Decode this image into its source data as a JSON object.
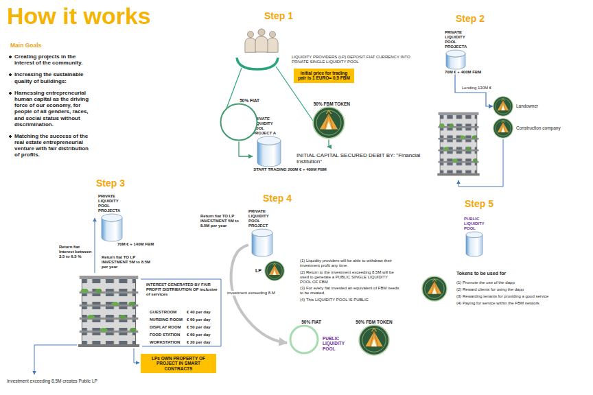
{
  "diagram": {
    "title": "How it works",
    "nodes": [
      {
        "text": [
          "PRIVATE LIQUIDITY POOL PROJECT A",
          "START TRADING 200M € + 400M FBM"
        ]
      },
      {
        "text": [
          "initial price for trading pair is 1 EURO= 0.5 FBM"
        ]
      },
      {
        "text": [
          "50% FIAT"
        ]
      },
      {
        "text": [
          "50% FBM TOKEN"
        ]
      },
      {
        "text": [
          "PRIVATE LIQUIDITY POOL PROJECTA",
          "70M € + 400M FBM"
        ]
      },
      {
        "text": [
          "Landowner"
        ]
      },
      {
        "text": [
          "Construction company"
        ]
      },
      {
        "text": [
          "PRIVATE LIQUIDITY POOL PROJECTA",
          "70M € + 140M FBM"
        ]
      },
      {
        "text": [
          "LPs OWN PROPERTY OF PROJECT IN SMART CONTRACTS"
        ]
      },
      {
        "text": [
          "PRIVATE LIQUIDITY POOL PROJECT"
        ]
      },
      {
        "text": [
          "LP"
        ]
      },
      {
        "text": [
          "50% FIAT"
        ]
      },
      {
        "text": [
          "50% FBM TOKEN"
        ]
      },
      {
        "text": [
          "PUBLIC LIQUIDITY POOL"
        ]
      }
    ],
    "edges": [
      {
        "from": 2,
        "to": 0,
        "arrow": "to"
      },
      {
        "from": 3,
        "to": 0,
        "arrow": "to"
      },
      {
        "from": 4,
        "to": 5,
        "label": "Lending 130M €",
        "arrow": "to"
      },
      {
        "from": 9,
        "to": 11,
        "label": "investment exceeding 8.M",
        "arrow": "to"
      }
    ],
    "labels": [
      "Main Goals",
      "Creating projects in the interest of the community.",
      "Increasing the sustainable quality of buildings:",
      "Harnessing entrepreneurial human capital as the driving force of our economy, for people of all genders, races, and social status without discrimination.",
      "Matching the success of the real estate entrepreneurial venture with fair distribution of profits.",
      "Step 1",
      "LIQUIDITY PROVIDERS (LP) DEPOSIT FIAT CURRENCY INTO PRIVATE SINGLE LIQUIDITY POOL",
      "INITIAL CAPITAL SECURED DEBIT BY: \"Financial Institution\"",
      "Step 2",
      "Step 3",
      "Return fiat Interest between 3.5 to 6.5 %",
      "Return fiat TO LP INVESTMENT 5M to 8.5M per year",
      "INTEREST GENERATED BY FAIR PROFIT DISTRIBUTION OF inclusive of services",
      "GUESTROOM",
      "€ 40 per day",
      "NURSING ROOM",
      "€ 60 per day",
      "DISPLAY ROOM",
      "€ 50 per day",
      "FOOD STATION",
      "€ 60 per day",
      "WORKSTATION",
      "€ 20 per day",
      "Investment exceeding 8.5M creates Public LP",
      "Step 4",
      "Return fiat TO LP INVESTMENT 5M to 8.5M per year",
      "(1) Liquidity providers will be able to withdraw their investment profit any time.",
      "(2) Return to the investment exceeding 8.5M will be used to generate a PUBLIC SINGLE LIQUIDITY POOL OF FBM",
      "(3) For every fiat invested an equivalent of FBM needs to be created.",
      "(4) This LIQUIDITY POOL IS PUBLIC",
      "PUBLIC LIQUIDITY POOL",
      "Step 5",
      "Tokens to be used for",
      "(1) Promote the use of the dapp",
      "(2) Reward clients for using the dapp",
      "(3) Rewarding tenants for providing a good service",
      "(4) Paying for service within the FBM network"
    ]
  }
}
